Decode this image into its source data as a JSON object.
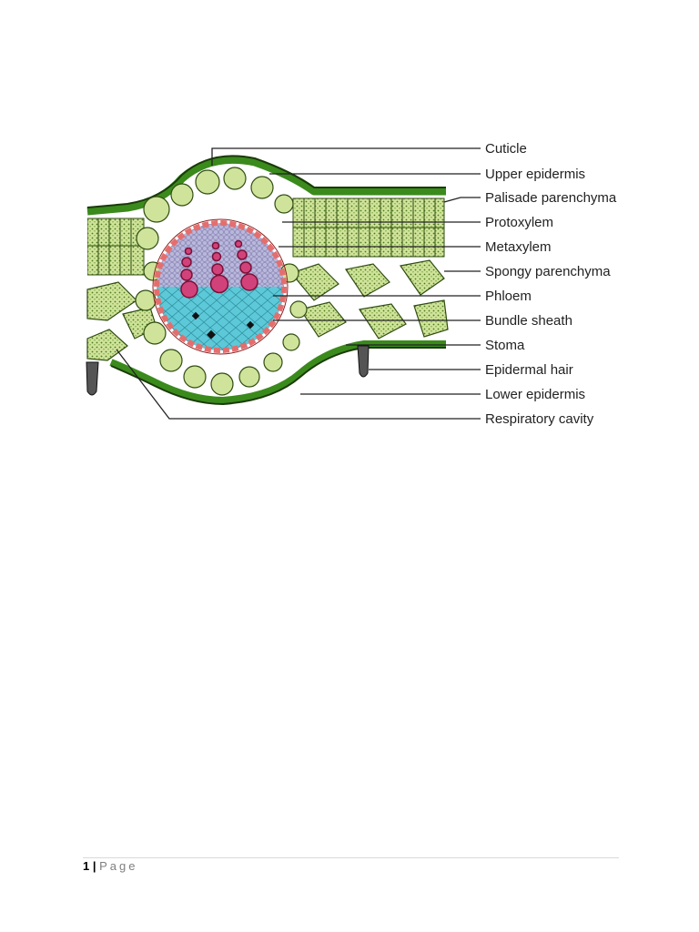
{
  "diagram": {
    "labels": [
      "Cuticle",
      "Upper epidermis",
      "Palisade parenchyma",
      "Protoxylem",
      "Metaxylem",
      "Spongy parenchyma",
      "Phloem",
      "Bundle sheath",
      "Stoma",
      "Epidermal hair",
      "Lower epidermis",
      "Respiratory cavity"
    ]
  },
  "footer": {
    "page_number": "1",
    "separator": "|",
    "page_word": "Page"
  }
}
